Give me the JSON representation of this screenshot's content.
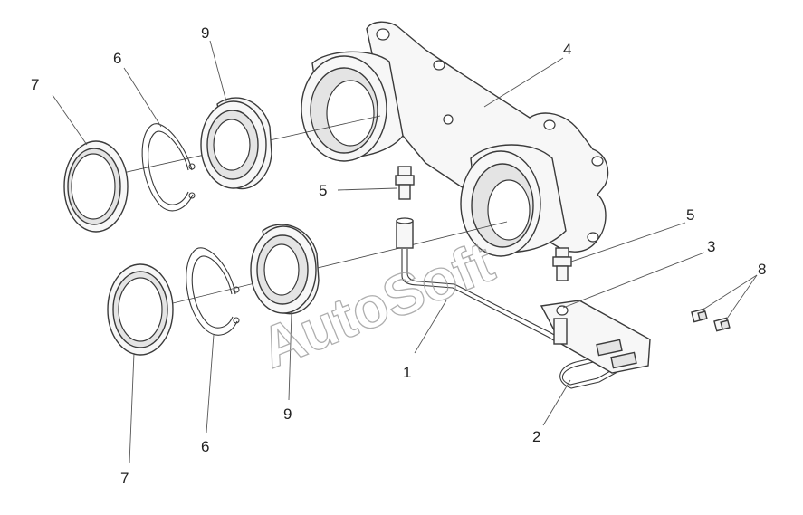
{
  "callouts": {
    "c1": "1",
    "c2": "2",
    "c3": "3",
    "c4": "4",
    "c5a": "5",
    "c5b": "5",
    "c6a": "6",
    "c6b": "6",
    "c7a": "7",
    "c7b": "7",
    "c8": "8",
    "c9a": "9",
    "c9b": "9"
  },
  "watermark": "AutoSoft"
}
